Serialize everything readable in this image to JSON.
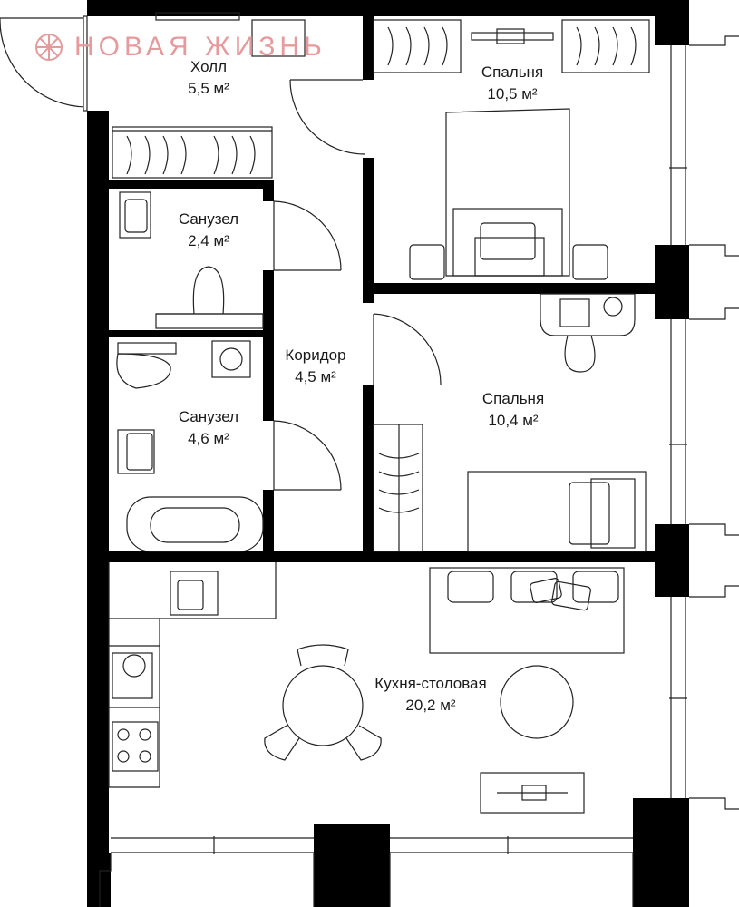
{
  "brand": {
    "name": "НОВАЯ ЖИЗНЬ",
    "logo": "flower-logo",
    "color": "#e79a9c"
  },
  "rooms": {
    "hall": {
      "name": "Холл",
      "area": "5,5 м²"
    },
    "bedroom1": {
      "name": "Спальня",
      "area": "10,5 м²"
    },
    "bath1": {
      "name": "Санузел",
      "area": "2,4 м²"
    },
    "corridor": {
      "name": "Коридор",
      "area": "4,5 м²"
    },
    "bath2": {
      "name": "Санузел",
      "area": "4,6 м²"
    },
    "bedroom2": {
      "name": "Спальня",
      "area": "10,4 м²"
    },
    "kitchen": {
      "name": "Кухня-столовая",
      "area": "20,2 м²"
    }
  },
  "colors": {
    "wall": "#000000",
    "line": "#222222"
  }
}
